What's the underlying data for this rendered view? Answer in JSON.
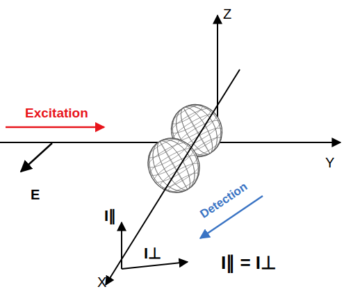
{
  "diagram": {
    "labels": [
      "Z",
      "Y",
      "X",
      "Excitation",
      "E",
      "I∥",
      "I⊥",
      "Detection",
      "I∥ = I⊥"
    ]
  }
}
